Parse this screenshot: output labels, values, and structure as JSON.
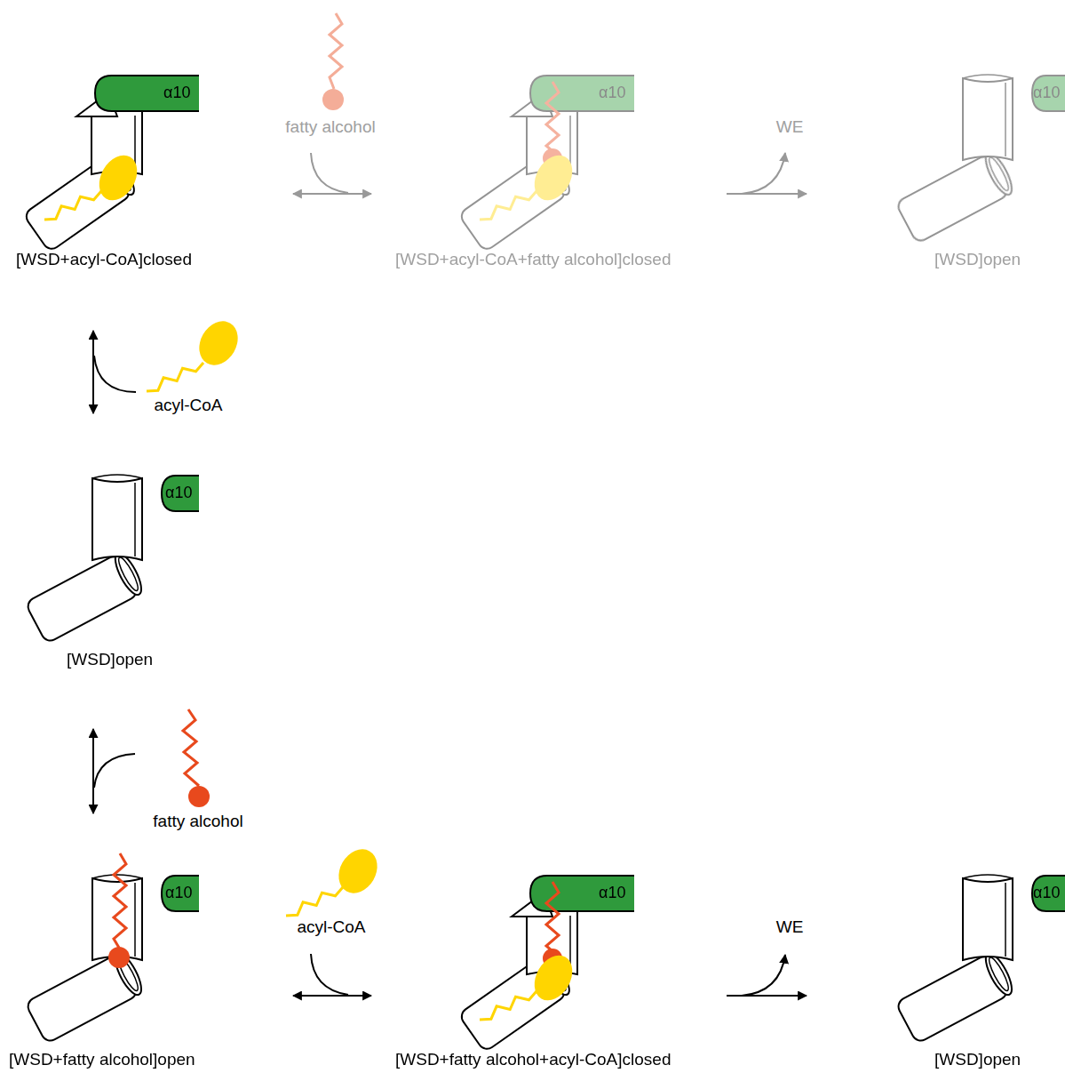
{
  "diagram": {
    "nodes": [
      {
        "text": [
          "[WSD+acyl-CoA]closed"
        ]
      },
      {
        "text": [
          "[WSD+acyl-CoA+fatty alcohol]closed"
        ]
      },
      {
        "text": [
          "[WSD]open"
        ]
      },
      {
        "text": [
          "[WSD]open"
        ]
      },
      {
        "text": [
          "[WSD+fatty alcohol]open"
        ]
      },
      {
        "text": [
          "[WSD+fatty alcohol+acyl-CoA]closed"
        ]
      },
      {
        "text": [
          "[WSD]open"
        ]
      }
    ],
    "edges": [
      {
        "from": 0,
        "to": 1,
        "label": "fatty alcohol",
        "arrow": "both"
      },
      {
        "from": 1,
        "to": 2,
        "label": "WE",
        "arrow": "to"
      },
      {
        "from": 0,
        "to": 3,
        "label": "acyl-CoA",
        "arrow": "both"
      },
      {
        "from": 3,
        "to": 4,
        "label": "fatty alcohol",
        "arrow": "both"
      },
      {
        "from": 4,
        "to": 5,
        "label": "acyl-CoA",
        "arrow": "both"
      },
      {
        "from": 5,
        "to": 6,
        "label": "WE",
        "arrow": "to"
      }
    ],
    "labels": [
      "α10",
      "α10",
      "α10",
      "α10",
      "α10",
      "α10",
      "α10"
    ]
  }
}
